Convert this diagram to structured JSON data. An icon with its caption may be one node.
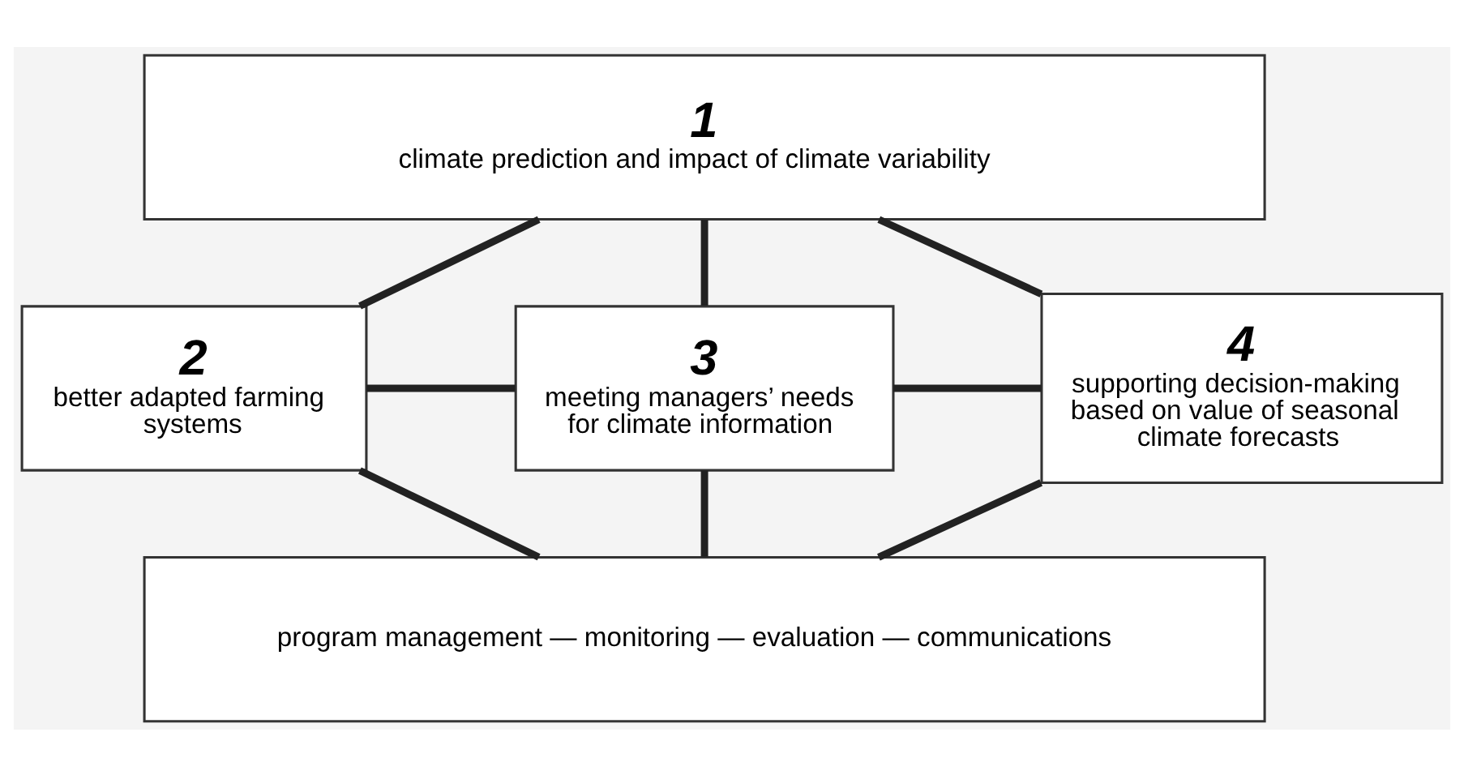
{
  "diagram": {
    "nodes": [
      {
        "text": [
          "1",
          "climate prediction and impact of climate variability"
        ]
      },
      {
        "text": [
          "2",
          "better adapted farming systems"
        ]
      },
      {
        "text": [
          "3",
          "meeting managers’ needs for climate information"
        ]
      },
      {
        "text": [
          "4",
          "supporting decision-making based on value of seasonal climate forecasts"
        ]
      },
      {
        "text": [
          "program management — monitoring — evaluation — communications"
        ]
      }
    ],
    "edges": [
      {
        "from": 0,
        "to": 1,
        "arrow": "none"
      },
      {
        "from": 0,
        "to": 2,
        "arrow": "none"
      },
      {
        "from": 0,
        "to": 3,
        "arrow": "none"
      },
      {
        "from": 1,
        "to": 2,
        "arrow": "none"
      },
      {
        "from": 2,
        "to": 3,
        "arrow": "none"
      },
      {
        "from": 1,
        "to": 4,
        "arrow": "none"
      },
      {
        "from": 2,
        "to": 4,
        "arrow": "none"
      },
      {
        "from": 3,
        "to": 4,
        "arrow": "none"
      }
    ]
  }
}
